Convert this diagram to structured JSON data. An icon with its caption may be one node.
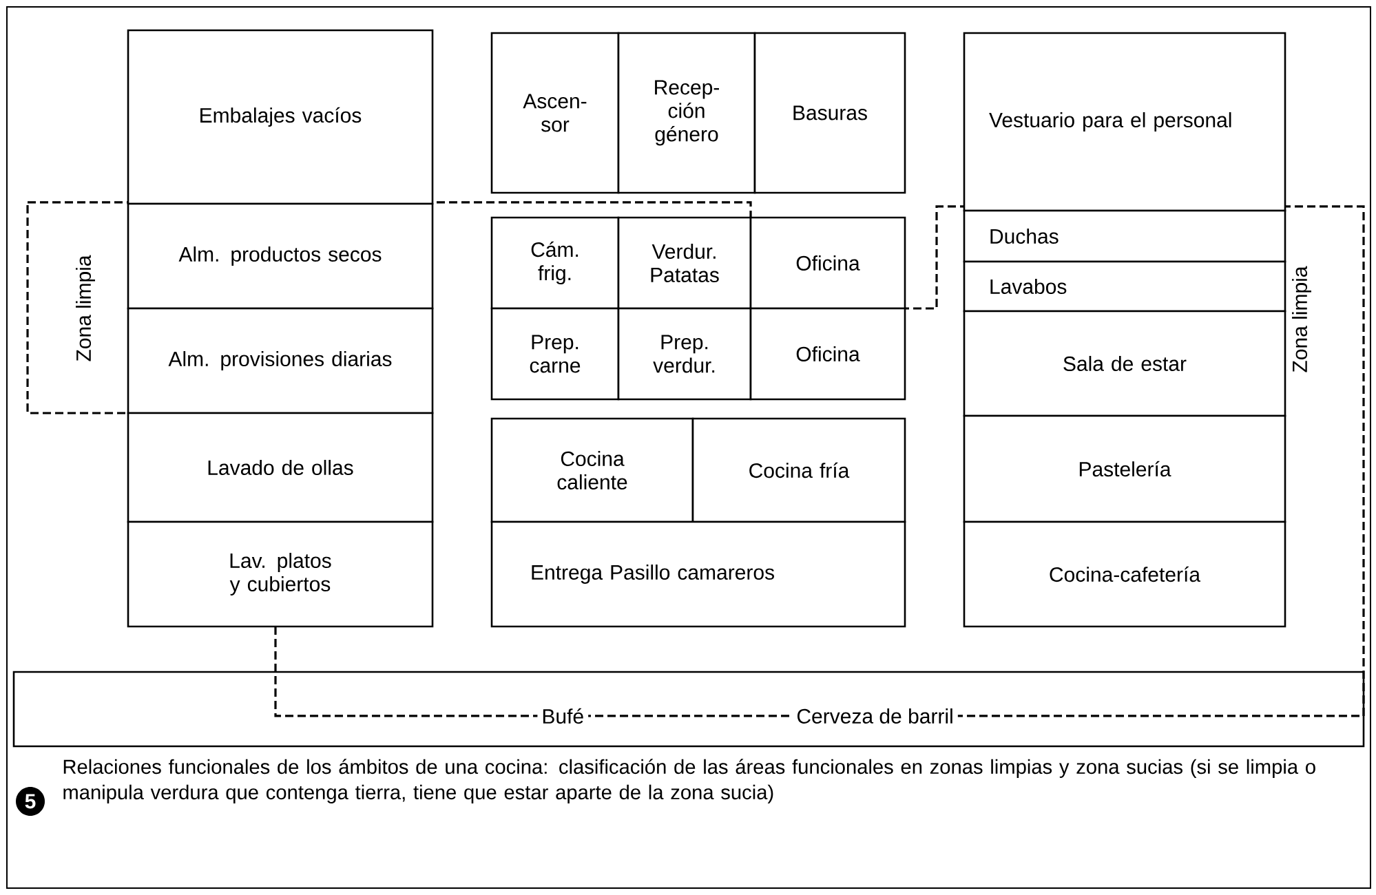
{
  "diagram": {
    "caption": "Relaciones funcionales de los ámbitos de una cocina: clasificación de las áreas funcionales en zonas limpias y zona sucias (si se limpia o manipula verdura que contenga tierra, tiene que estar aparte de la zona sucia)",
    "nodes": [
      {
        "text": [
          "Embalajes vacíos"
        ]
      },
      {
        "text": [
          "Alm. productos secos"
        ]
      },
      {
        "text": [
          "Alm. provisiones diarias"
        ]
      },
      {
        "text": [
          "Lavado de ollas"
        ]
      },
      {
        "text": [
          "Lav. platos y cubiertos"
        ]
      },
      {
        "text": [
          "Ascen- sor"
        ]
      },
      {
        "text": [
          "Recep- ción género"
        ]
      },
      {
        "text": [
          "Basuras"
        ]
      },
      {
        "text": [
          "Cám. frig."
        ]
      },
      {
        "text": [
          "Verdur. Patatas"
        ]
      },
      {
        "text": [
          "Oficina"
        ]
      },
      {
        "text": [
          "Prep. carne"
        ]
      },
      {
        "text": [
          "Prep. verdur."
        ]
      },
      {
        "text": [
          "Oficina"
        ]
      },
      {
        "text": [
          "Cocina caliente"
        ]
      },
      {
        "text": [
          "Cocina fría"
        ]
      },
      {
        "text": [
          "Entrega Pasillo camareros"
        ]
      },
      {
        "text": [
          "Vestuario para el personal"
        ]
      },
      {
        "text": [
          "Duchas"
        ]
      },
      {
        "text": [
          "Lavabos"
        ]
      },
      {
        "text": [
          "Sala de estar"
        ]
      },
      {
        "text": [
          "Pastelería"
        ]
      },
      {
        "text": [
          "Cocina-cafetería"
        ]
      },
      {
        "text": [
          "Bufé",
          "Cerveza de barril"
        ]
      }
    ],
    "labels": [
      "Zona limpia",
      "Zona limpia",
      "5"
    ]
  }
}
